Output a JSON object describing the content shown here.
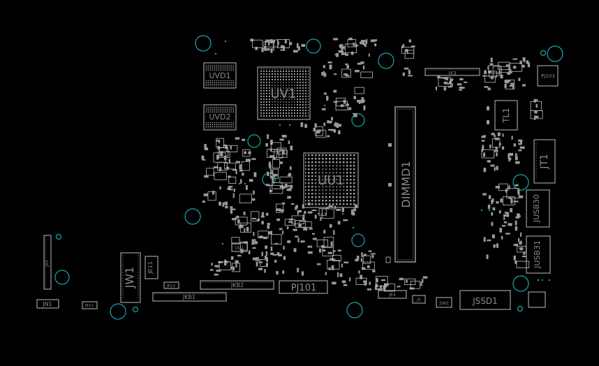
{
  "colors": {
    "background": "#000000",
    "outline": "#bdbdbd",
    "pad": "#9a9a9a",
    "label": "#8a8a8a",
    "mount_hole": "#1aa7b0"
  },
  "components": {
    "uvd1": "UVD1",
    "uvd2": "UVD2",
    "uv1": "UV1",
    "uu1": "UU1",
    "dimmd1": "DIMMD1",
    "jx3": "JX3",
    "pj103": "PJ103",
    "tl1": "TL1",
    "jt1": "JT1",
    "jusb30": "JUSB30",
    "jusb31": "JUSB31",
    "jssd1": "JSSD1",
    "sw2": "SW2",
    "j5": "J5",
    "je4": "JE4",
    "pj101": "PJ101",
    "jkb2": "JKB2",
    "jkb1": "JKB1",
    "je13": "JE13",
    "je11": "JE11",
    "jw1": "JW1",
    "je12": "JE12",
    "jn1": "JN1",
    "jx2": "JX2",
    "uu1_small": "UU1"
  }
}
